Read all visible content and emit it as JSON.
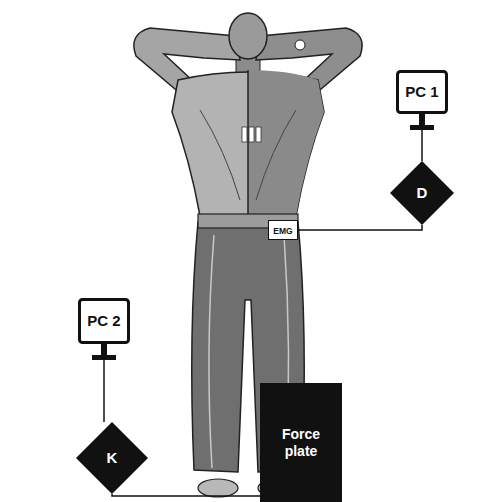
{
  "diagram": {
    "nodes": [
      {
        "text": [
          "PC 1"
        ]
      },
      {
        "text": [
          "D"
        ]
      },
      {
        "text": [
          "EMG"
        ]
      },
      {
        "text": [
          "PC 2"
        ]
      },
      {
        "text": [
          "K"
        ]
      },
      {
        "text": [
          "Force plate"
        ]
      }
    ],
    "edges": [
      {
        "from": 0,
        "to": 1,
        "arrow": "none"
      },
      {
        "from": 1,
        "to": 2,
        "arrow": "none"
      },
      {
        "from": 3,
        "to": 4,
        "arrow": "none"
      },
      {
        "from": 4,
        "to": 5,
        "arrow": "none"
      }
    ]
  }
}
